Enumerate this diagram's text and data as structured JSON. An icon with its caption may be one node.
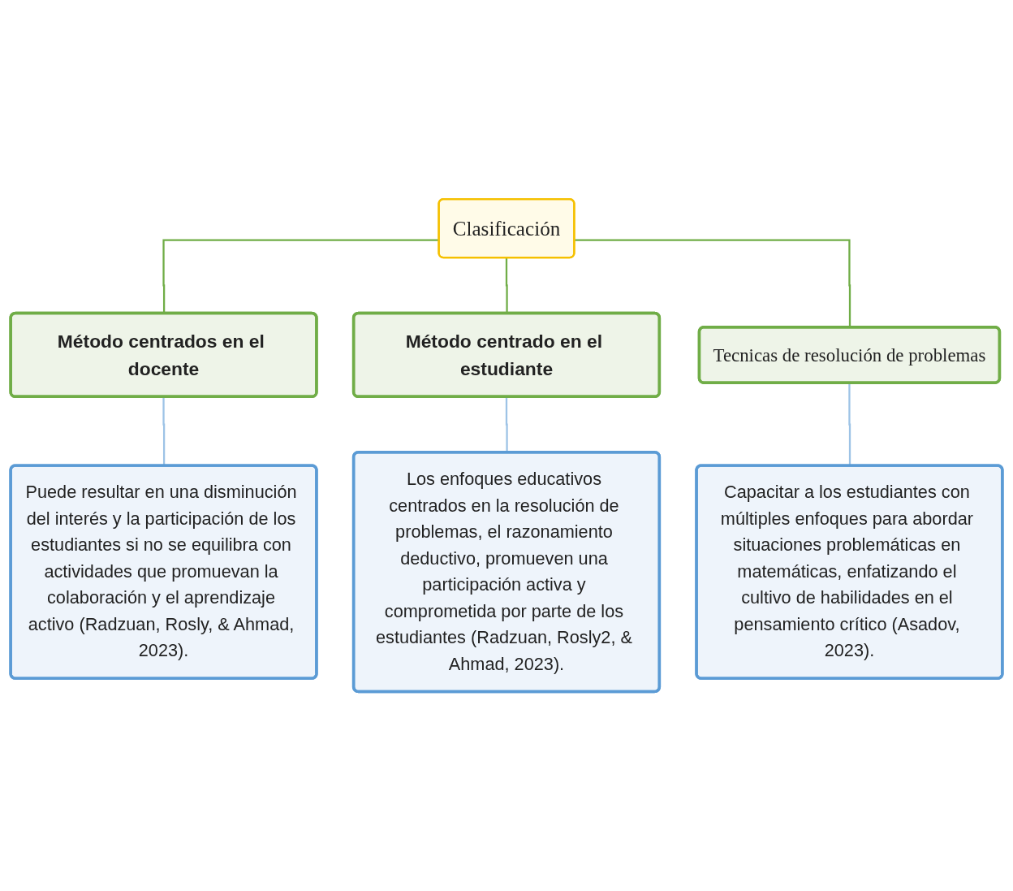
{
  "diagram": {
    "nodes": [
      {
        "text": [
          "Clasificación"
        ]
      },
      {
        "text": [
          "Método centrados en el docente"
        ]
      },
      {
        "text": [
          "Método centrado en el estudiante"
        ]
      },
      {
        "text": [
          "Tecnicas de resolución de problemas"
        ]
      },
      {
        "text": [
          "Puede resultar en una disminución del interés y la participación de los estudiantes si no se equilibra con actividades que promuevan la colaboración y el aprendizaje activo (Radzuan, Rosly, & Ahmad, 2023)."
        ]
      },
      {
        "text": [
          "Los enfoques educativos centrados en la resolución de problemas, el razonamiento deductivo, promueven una participación activa y comprometida por parte de los estudiantes (Radzuan, Rosly2, & Ahmad, 2023)."
        ]
      },
      {
        "text": [
          "Capacitar a los estudiantes con múltiples enfoques para abordar situaciones problemáticas en matemáticas, enfatizando el cultivo de habilidades en el pensamiento crítico (Asadov, 2023)."
        ]
      }
    ],
    "edges": [
      {
        "from": 0,
        "to": 1,
        "arrow": "none",
        "color": "#70ad47"
      },
      {
        "from": 0,
        "to": 2,
        "arrow": "none",
        "color": "#70ad47"
      },
      {
        "from": 0,
        "to": 3,
        "arrow": "none",
        "color": "#70ad47"
      },
      {
        "from": 1,
        "to": 4,
        "arrow": "none",
        "color": "#9dc3e6"
      },
      {
        "from": 2,
        "to": 5,
        "arrow": "none",
        "color": "#9dc3e6"
      },
      {
        "from": 3,
        "to": 6,
        "arrow": "none",
        "color": "#9dc3e6"
      }
    ]
  }
}
